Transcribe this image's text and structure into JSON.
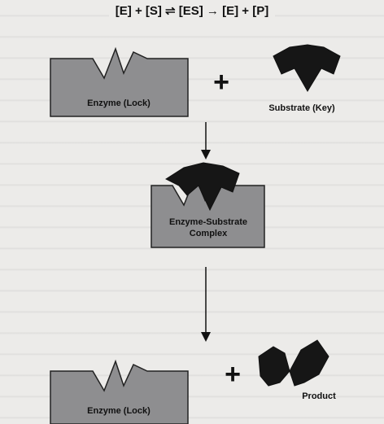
{
  "equation": "[E] + [S] ⇌ [ES] → [E] + [P]",
  "labels": {
    "enzyme_top": "Enzyme (Lock)",
    "substrate": "Substrate (Key)",
    "complex_line1": "Enzyme-Substrate",
    "complex_line2": "Complex",
    "enzyme_bottom": "Enzyme (Lock)",
    "product": "Product"
  },
  "symbols": {
    "plus": "+"
  },
  "colors": {
    "enzyme_fill": "#8e8e90",
    "enzyme_stroke": "#222222",
    "substrate_fill": "#161616",
    "arrow": "#111111",
    "background": "#ecebe9"
  }
}
